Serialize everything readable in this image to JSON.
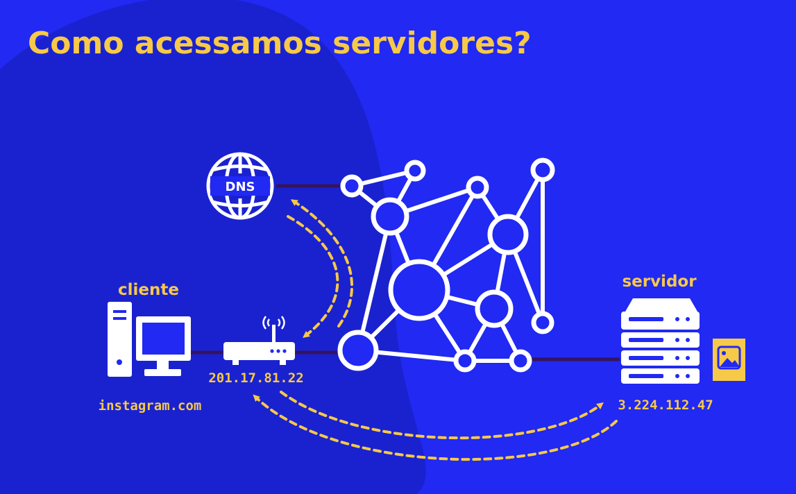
{
  "title": "Como acessamos servidores?",
  "colors": {
    "background": "#2129f2",
    "blob": "#1a22cf",
    "accent": "#f7c948",
    "icon": "#ffffff",
    "link": "#35145e"
  },
  "dns": {
    "label": "DNS",
    "icon": "globe-icon"
  },
  "client": {
    "label": "cliente",
    "domain": "instagram.com",
    "icon": "desktop-computer-icon"
  },
  "router": {
    "ip": "201.17.81.22",
    "icon": "router-icon"
  },
  "server": {
    "label": "servidor",
    "ip": "3.224.112.47",
    "icon": "server-rack-icon",
    "file_icon": "image-file-icon"
  },
  "network": {
    "icon": "network-mesh-icon"
  }
}
